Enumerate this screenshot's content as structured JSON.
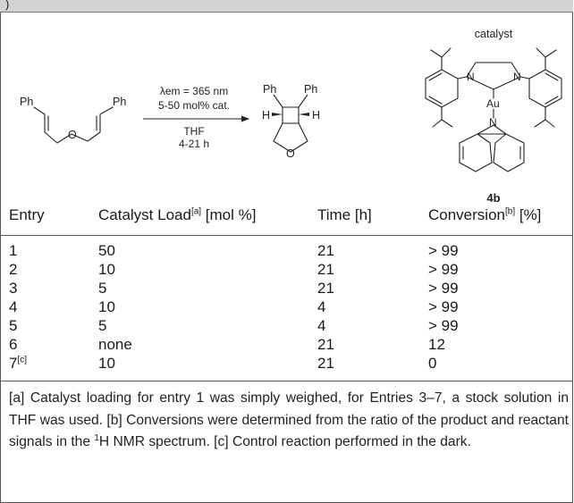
{
  "header": {
    "label": ")"
  },
  "scheme": {
    "catalyst_label": "catalyst",
    "catalyst_id": "4b",
    "conditions": [
      "λem = 365 nm",
      "5-50 mol% cat.",
      "THF",
      "4-21 h"
    ],
    "reactant_labels": [
      "Ph",
      "Ph",
      "O"
    ],
    "product_labels": [
      "Ph",
      "Ph",
      "H",
      "H",
      "O"
    ],
    "catalyst_atoms": [
      "N",
      "N",
      "Au",
      "N"
    ]
  },
  "table": {
    "headers": {
      "entry": "Entry",
      "catalyst_load": "Catalyst Load",
      "catalyst_load_note": "[a]",
      "catalyst_load_unit": " [mol %]",
      "time": "Time [h]",
      "conversion": "Conversion",
      "conversion_note": "[b]",
      "conversion_unit": " [%]"
    },
    "rows": [
      {
        "entry": "1",
        "note": "",
        "load": "50",
        "time": "21",
        "conversion": "> 99"
      },
      {
        "entry": "2",
        "note": "",
        "load": "10",
        "time": "21",
        "conversion": "> 99"
      },
      {
        "entry": "3",
        "note": "",
        "load": "5",
        "time": "21",
        "conversion": "> 99"
      },
      {
        "entry": "4",
        "note": "",
        "load": "10",
        "time": "4",
        "conversion": "> 99"
      },
      {
        "entry": "5",
        "note": "",
        "load": "5",
        "time": "4",
        "conversion": "> 99"
      },
      {
        "entry": "6",
        "note": "",
        "load": "none",
        "time": "21",
        "conversion": "12"
      },
      {
        "entry": "7",
        "note": "[c]",
        "load": "10",
        "time": "21",
        "conversion": "0"
      }
    ]
  },
  "footnote": {
    "p1": "[a] Catalyst loading for entry 1 was simply weighed, for Entries 3–7, a stock solution in THF was used. [b] Conversions were determined from the ratio of the product and reactant signals in the ",
    "sup": "1",
    "p2": "H NMR spectrum. [c] Control reaction performed in the dark."
  }
}
